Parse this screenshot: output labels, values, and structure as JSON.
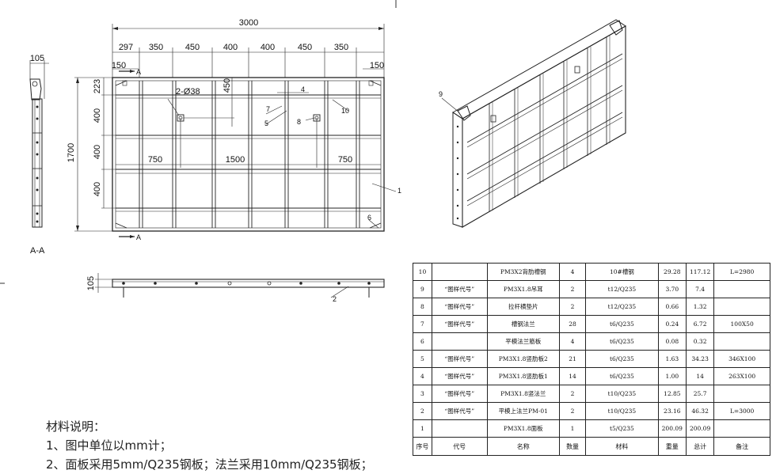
{
  "front_view": {
    "overall_width": "3000",
    "top_segments": [
      "297",
      "350",
      "450",
      "400",
      "400",
      "450",
      "350"
    ],
    "edge_offsets": [
      "150",
      "150"
    ],
    "left_segments": [
      "223",
      "400",
      "400",
      "400"
    ],
    "overall_height": "1700",
    "hole_callout": "2-Ø38",
    "hole_vertical": "450",
    "bottom_segments": [
      "750",
      "1500",
      "750"
    ],
    "section_marks": [
      "A",
      "A"
    ],
    "part_labels": [
      "4",
      "7",
      "5",
      "8",
      "10",
      "1",
      "6"
    ]
  },
  "side_view": {
    "width_dim": "105",
    "caption": "A-A"
  },
  "bottom_view": {
    "height_dim": "105",
    "part_label": "2"
  },
  "iso_view": {
    "part_label": "9"
  },
  "bom": {
    "header": [
      "序号",
      "代号",
      "名称",
      "数量",
      "材料",
      "重量",
      "总计",
      "备注"
    ],
    "rows": [
      [
        "10",
        "",
        "PM3X2背肋槽钢",
        "4",
        "10#槽钢",
        "29.28",
        "117.12",
        "L=2980"
      ],
      [
        "9",
        "“图样代号”",
        "PM3X1.8吊耳",
        "2",
        "t12/Q235",
        "3.70",
        "7.4",
        ""
      ],
      [
        "8",
        "“图样代号”",
        "拉杆横垫片",
        "2",
        "t12/Q235",
        "0.66",
        "1.32",
        ""
      ],
      [
        "7",
        "“图样代号”",
        "槽钢法兰",
        "28",
        "t6/Q235",
        "0.24",
        "6.72",
        "100X50"
      ],
      [
        "6",
        "",
        "平模法兰筋板",
        "4",
        "t6/Q235",
        "0.08",
        "0.32",
        ""
      ],
      [
        "5",
        "“图样代号”",
        "PM3X1.8竖肋板2",
        "21",
        "t6/Q235",
        "1.63",
        "34.23",
        "346X100"
      ],
      [
        "4",
        "“图样代号”",
        "PM3X1.8竖肋板1",
        "14",
        "t6/Q235",
        "1.00",
        "14",
        "263X100"
      ],
      [
        "3",
        "“图样代号”",
        "PM3X1.8竖法兰",
        "2",
        "t10/Q235",
        "12.85",
        "25.7",
        ""
      ],
      [
        "2",
        "“图样代号”",
        "平模上法兰PM-01",
        "2",
        "t10/Q235",
        "23.16",
        "46.32",
        "L=3000"
      ],
      [
        "1",
        "",
        "PM3X1.8面板",
        "1",
        "t5/Q235",
        "200.09",
        "200.09",
        ""
      ]
    ]
  },
  "notes": {
    "title": "材料说明：",
    "line1": "1、图中单位以mm计；",
    "line2": "2、面板采用5mm/Q235钢板；法兰采用10mm/Q235钢板；"
  }
}
